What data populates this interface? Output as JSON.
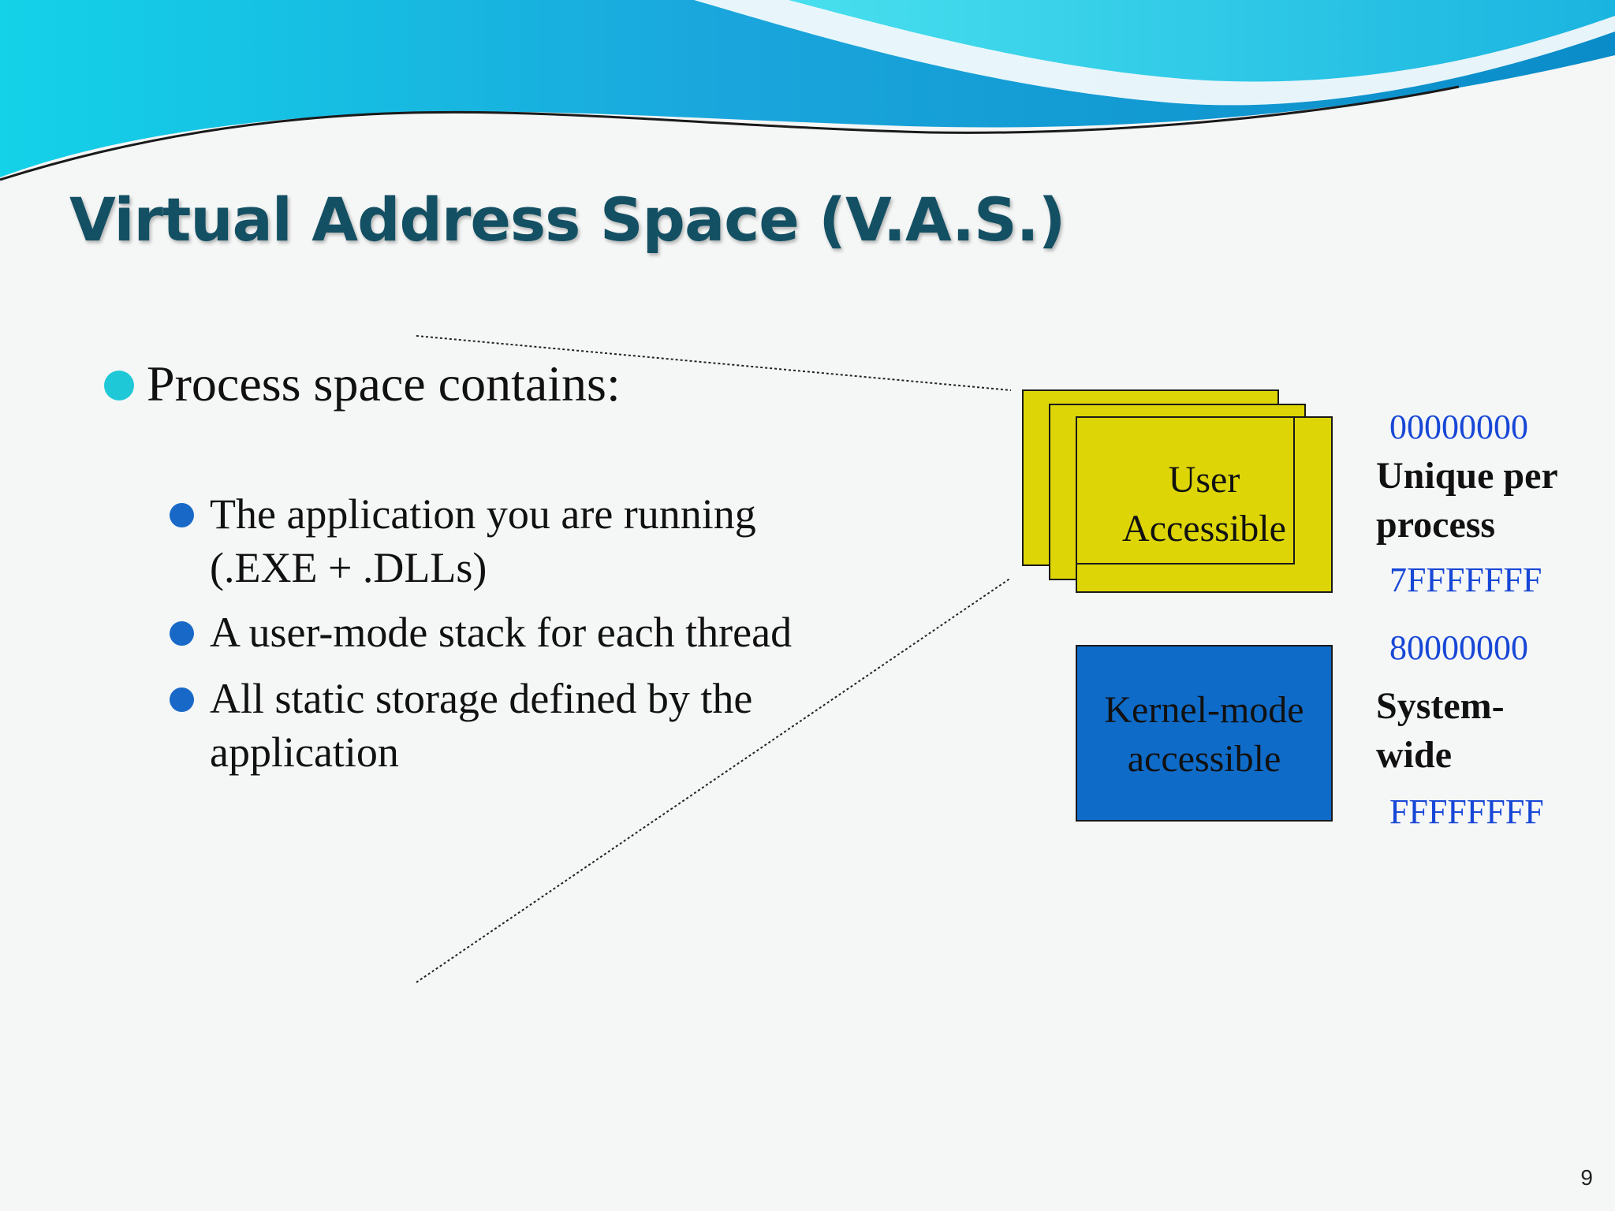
{
  "slide": {
    "title": "Virtual Address Space (V.A.S.)",
    "main_bullet": "Process space contains:",
    "sub_bullets": [
      {
        "line1": "The application you are running",
        "line2": "(.EXE + .DLLs)"
      },
      {
        "line1": "A user-mode stack for each thread",
        "line2": ""
      },
      {
        "line1": "All static storage defined by the",
        "line2": "application"
      }
    ],
    "page_number": "9"
  },
  "diagram": {
    "user_box": {
      "line1": "User",
      "line2": "Accessible"
    },
    "kernel_box": {
      "line1": "Kernel-mode",
      "line2": "accessible"
    },
    "addresses": {
      "user_start": "00000000",
      "user_end": "7FFFFFFF",
      "kernel_start": "80000000",
      "kernel_end": "FFFFFFFF"
    },
    "user_note": {
      "line1": "Unique per",
      "line2": "process"
    },
    "kernel_note": {
      "line1": "System-",
      "line2": "wide"
    }
  },
  "colors": {
    "title": "#145063",
    "main_bullet_dot": "#1ec8d6",
    "sub_bullet_dot": "#1869c7",
    "user_box": "#ddd506",
    "kernel_box": "#0f6bc8",
    "address_text": "#1747d6"
  }
}
